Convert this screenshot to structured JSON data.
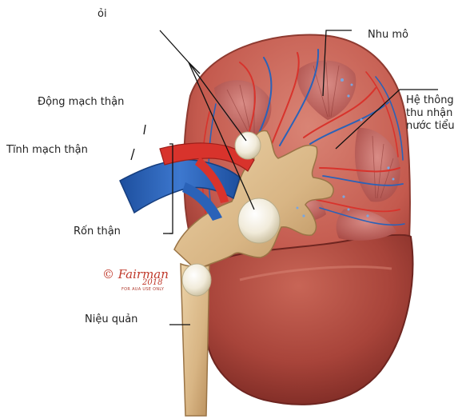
{
  "labels": {
    "soi": "ỏi",
    "nhu_mo": "Nhu mô",
    "dong_mach_than": "Động mạch thận",
    "tinh_mach_than": "Tĩnh mạch thận",
    "he_thong": "Hệ thông\nthu nhận\nnước tiểu",
    "ron_than": "Rốn thận",
    "nieu_quan": "Niệu quản"
  },
  "signature": {
    "name": "Fairman",
    "year": "2018",
    "note": "FOR AUA USE ONLY"
  },
  "colors": {
    "capsule": "#c86a5a",
    "cortex": "#c45a4e",
    "medulla": "#b5544c",
    "pelvis": "#dcb98a",
    "artery": "#d8332c",
    "vein": "#2a62b8",
    "stone": "#f3eedf",
    "leader": "#111111"
  }
}
